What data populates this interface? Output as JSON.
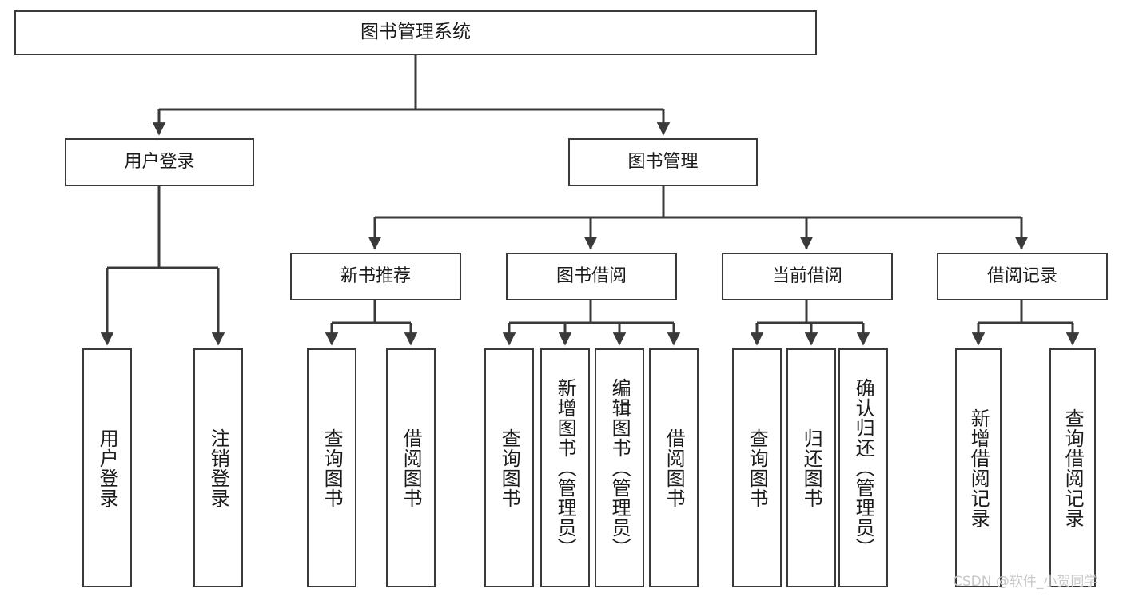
{
  "diagram": {
    "type": "tree-hierarchy",
    "title": "图书管理系统",
    "watermark": "CSDN @软件_小贺同学",
    "colors": {
      "box_border": "#3a3a3a",
      "box_fill": "#ffffff",
      "edge": "#3a3a3a",
      "text": "#1b1b1b",
      "watermark": "#c9c9c9",
      "background": "#ffffff"
    },
    "levels": [
      {
        "level": 1,
        "orientation": "horizontal"
      },
      {
        "level": 2,
        "orientation": "horizontal"
      },
      {
        "level": 3,
        "orientation": "horizontal"
      },
      {
        "level": 4,
        "orientation": "vertical"
      }
    ]
  },
  "nodes": {
    "root": {
      "label": "图书管理系统"
    },
    "level2": [
      {
        "id": "user-login",
        "label": "用户登录"
      },
      {
        "id": "book-management",
        "label": "图书管理"
      }
    ],
    "level3": [
      {
        "id": "new-book-recommend",
        "label": "新书推荐"
      },
      {
        "id": "book-borrow",
        "label": "图书借阅"
      },
      {
        "id": "current-borrow",
        "label": "当前借阅"
      },
      {
        "id": "borrow-record",
        "label": "借阅记录"
      }
    ],
    "leaves": {
      "user_login": [
        {
          "id": "leaf-user-login",
          "label": "用户登录"
        },
        {
          "id": "leaf-logout-login",
          "label": "注销登录"
        }
      ],
      "new_book_recommend": [
        {
          "id": "leaf-query-book-1",
          "label": "查询图书"
        },
        {
          "id": "leaf-borrow-book-1",
          "label": "借阅图书"
        }
      ],
      "book_borrow": [
        {
          "id": "leaf-query-book-2",
          "label": "查询图书"
        },
        {
          "id": "leaf-add-book",
          "label": "新增图书（管理员）"
        },
        {
          "id": "leaf-edit-book",
          "label": "编辑图书（管理员）"
        },
        {
          "id": "leaf-borrow-book-2",
          "label": "借阅图书"
        }
      ],
      "current_borrow": [
        {
          "id": "leaf-query-book-3",
          "label": "查询图书"
        },
        {
          "id": "leaf-return-book",
          "label": "归还图书"
        },
        {
          "id": "leaf-confirm-return",
          "label": "确认归还（管理员）"
        }
      ],
      "borrow_record": [
        {
          "id": "leaf-add-record",
          "label": "新增借阅记录"
        },
        {
          "id": "leaf-query-record",
          "label": "查询借阅记录"
        }
      ]
    }
  }
}
